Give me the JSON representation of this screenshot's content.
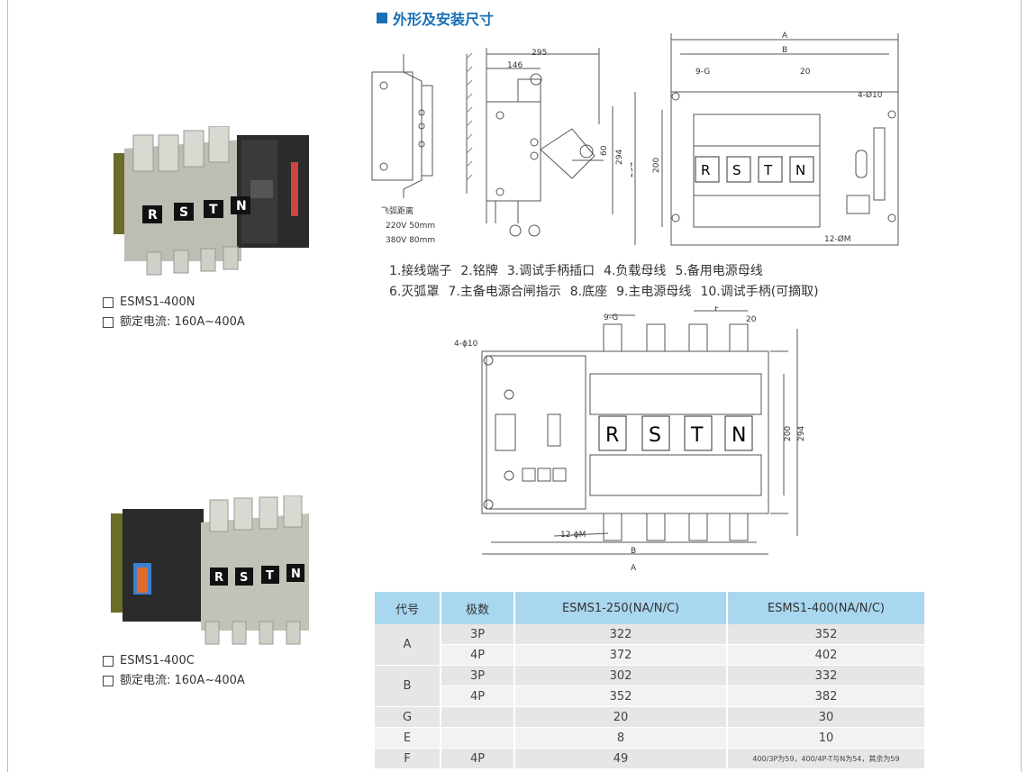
{
  "section": {
    "title": "外形及安装尺寸"
  },
  "products": [
    {
      "model": "ESMS1-400N",
      "rating": "额定电流: 160A~400A"
    },
    {
      "model": "ESMS1-400C",
      "rating": "额定电流: 160A~400A"
    }
  ],
  "drawing1": {
    "arc_label": "飞弧距离",
    "arc_220": "220V  50mm",
    "arc_380": "380V  80mm"
  },
  "drawing2": {
    "d295": "295",
    "d146": "146",
    "d294": "294",
    "d60": "60"
  },
  "drawing3": {
    "A": "A",
    "B": "B",
    "G": "9-G",
    "d20": "20",
    "hole": "4-Ø10",
    "d200": "200",
    "d294": "294",
    "bolt": "12-ØM",
    "phases": [
      "R",
      "S",
      "T",
      "N"
    ]
  },
  "legend": {
    "row1": [
      "1.接线端子",
      "2.铭牌",
      "3.调试手柄插口",
      "4.负载母线",
      "5.备用电源母线"
    ],
    "row2": [
      "6.灭弧罩",
      "7.主备电源合闸指示",
      "8.底座",
      "9.主电源母线",
      "10.调试手柄(可摘取)"
    ]
  },
  "drawing4": {
    "G": "9-G",
    "F": "F",
    "d20": "20",
    "hole": "4-ϕ10",
    "d200": "200",
    "d294": "294",
    "bolt": "12-ϕM",
    "B": "B",
    "A": "A",
    "phases": [
      "R",
      "S",
      "T",
      "N"
    ]
  },
  "table": {
    "headers": [
      "代号",
      "极数",
      "ESMS1-250(NA/N/C)",
      "ESMS1-400(NA/N/C)"
    ],
    "rows": [
      {
        "code": "A",
        "pole": "3P",
        "v250": "322",
        "v400": "352"
      },
      {
        "code": "",
        "pole": "4P",
        "v250": "372",
        "v400": "402"
      },
      {
        "code": "B",
        "pole": "3P",
        "v250": "302",
        "v400": "332"
      },
      {
        "code": "",
        "pole": "4P",
        "v250": "352",
        "v400": "382"
      },
      {
        "code": "G",
        "pole": "",
        "v250": "20",
        "v400": "30"
      },
      {
        "code": "E",
        "pole": "",
        "v250": "8",
        "v400": "10"
      },
      {
        "code": "F",
        "pole": "4P",
        "v250": "49",
        "v400": "400/3P为59，400/4P-T与N为54，其余为59"
      }
    ]
  },
  "colors": {
    "accent": "#1a6fb5",
    "table_header": "#a9d7ef"
  }
}
